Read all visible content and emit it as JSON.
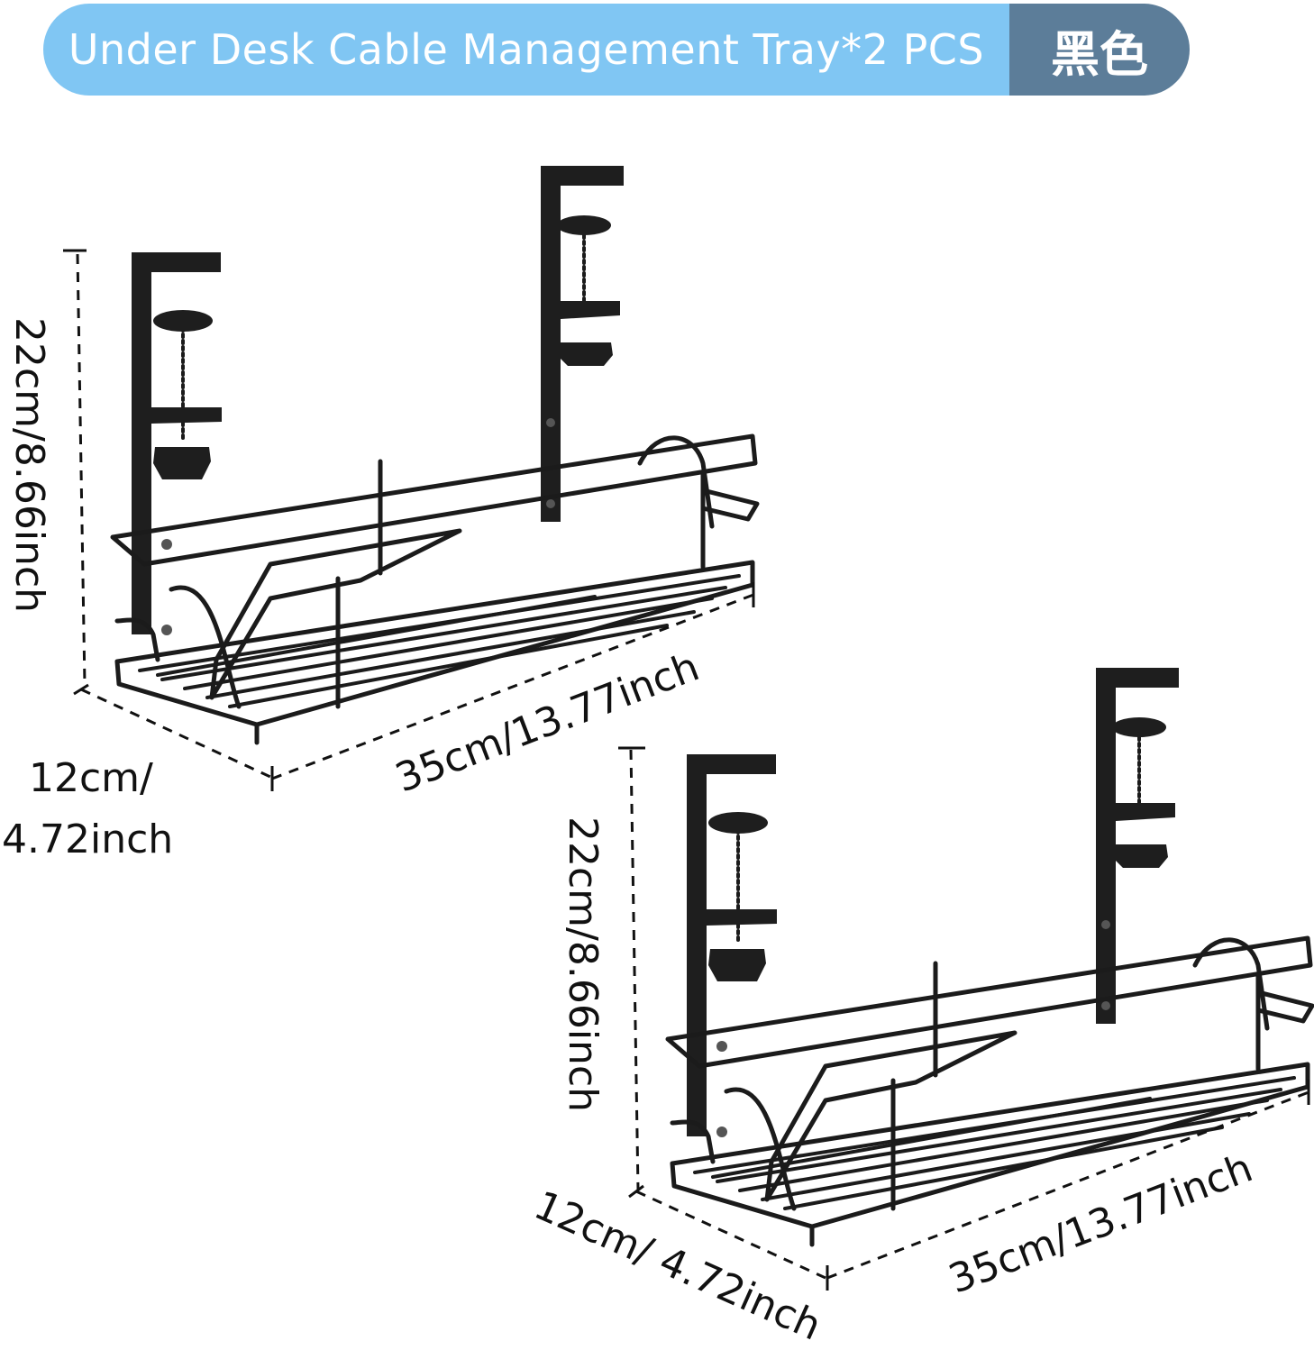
{
  "header": {
    "title": "Under Desk Cable Management Tray*2 PCS",
    "color_label": "黑色"
  },
  "colors": {
    "title_bg": "#80c6f3",
    "color_tag_bg": "#5c7d99",
    "product": "#1b1b1b"
  },
  "product_left": {
    "height_label": "22cm/8.66inch",
    "length_label": "35cm/13.77inch",
    "depth_label_line1": "12cm/",
    "depth_label_line2": "4.72inch"
  },
  "product_right": {
    "height_label": "22cm/8.66inch",
    "length_label": "35cm/13.77inch",
    "depth_label": "12cm/ 4.72inch"
  },
  "icons": [
    "cable-tray-product-image",
    "desk-clamp-icon"
  ]
}
